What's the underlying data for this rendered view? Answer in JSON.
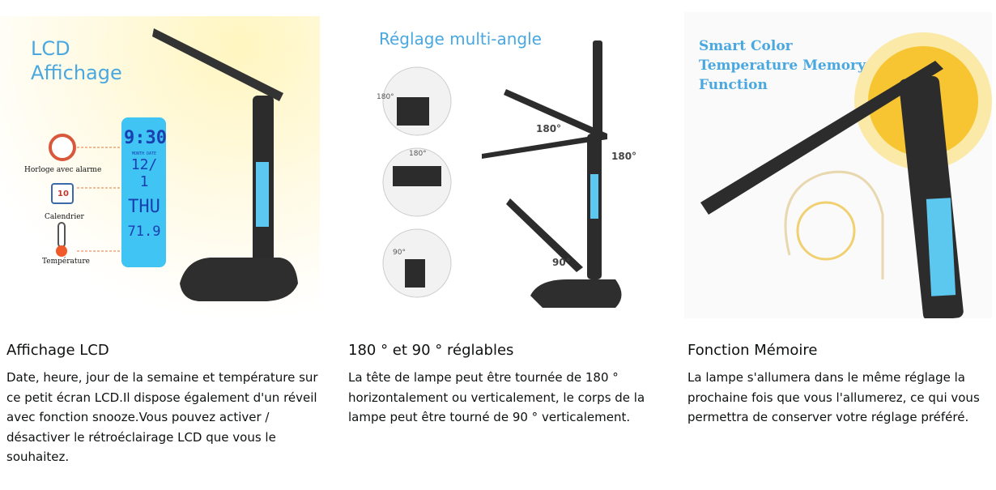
{
  "columns": [
    {
      "image": {
        "overlay_title_line1": "LCD",
        "overlay_title_line2": "Affichage",
        "callouts": [
          "Horloge avec alarme",
          "Calendrier",
          "Température"
        ],
        "calendar_day": "10",
        "lcd": {
          "time": "9:30",
          "date": "12/ 1",
          "day": "THU",
          "temp": "71.9",
          "month_label": "MONTH",
          "date_label": "DATE"
        }
      },
      "title": "Affichage LCD",
      "description": "Date, heure, jour de la semaine et température sur ce petit écran LCD.Il dispose également d'un réveil avec fonction snooze.Vous pouvez activer / désactiver le rétroéclairage LCD que vous le souhaitez."
    },
    {
      "image": {
        "overlay_title": "Réglage multi-angle",
        "angles": [
          "180°",
          "180°",
          "90°",
          "180°",
          "180°",
          "90°"
        ]
      },
      "title": "180 ° et 90 ° réglables",
      "description": "La tête de lampe peut être tournée de 180 ° horizontalement ou verticalement, le corps de la lampe peut être tourné de 90 ° verticalement."
    },
    {
      "image": {
        "overlay_title_lines": [
          "Smart Color",
          "Temperature Memory",
          "Function"
        ]
      },
      "title": "Fonction Mémoire",
      "description": "La lampe s'allumera dans le même réglage la prochaine fois que vous l'allumerez, ce qui vous permettra de conserver votre réglage préféré."
    }
  ],
  "colors": {
    "accent_blue": "#4aa8e0",
    "lcd": "#3fc4f4",
    "text": "#0f1111",
    "lamp": "#2a2a2a",
    "sun": "#f7c531"
  }
}
